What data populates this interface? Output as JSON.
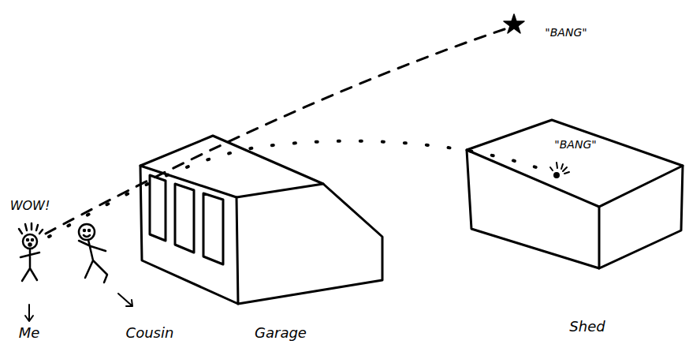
{
  "diagram": {
    "labels": [
      "\"BANG\"",
      "\"BANG\"",
      "WOW!",
      "Me",
      "Cousin",
      "Garage",
      "Shed"
    ]
  }
}
